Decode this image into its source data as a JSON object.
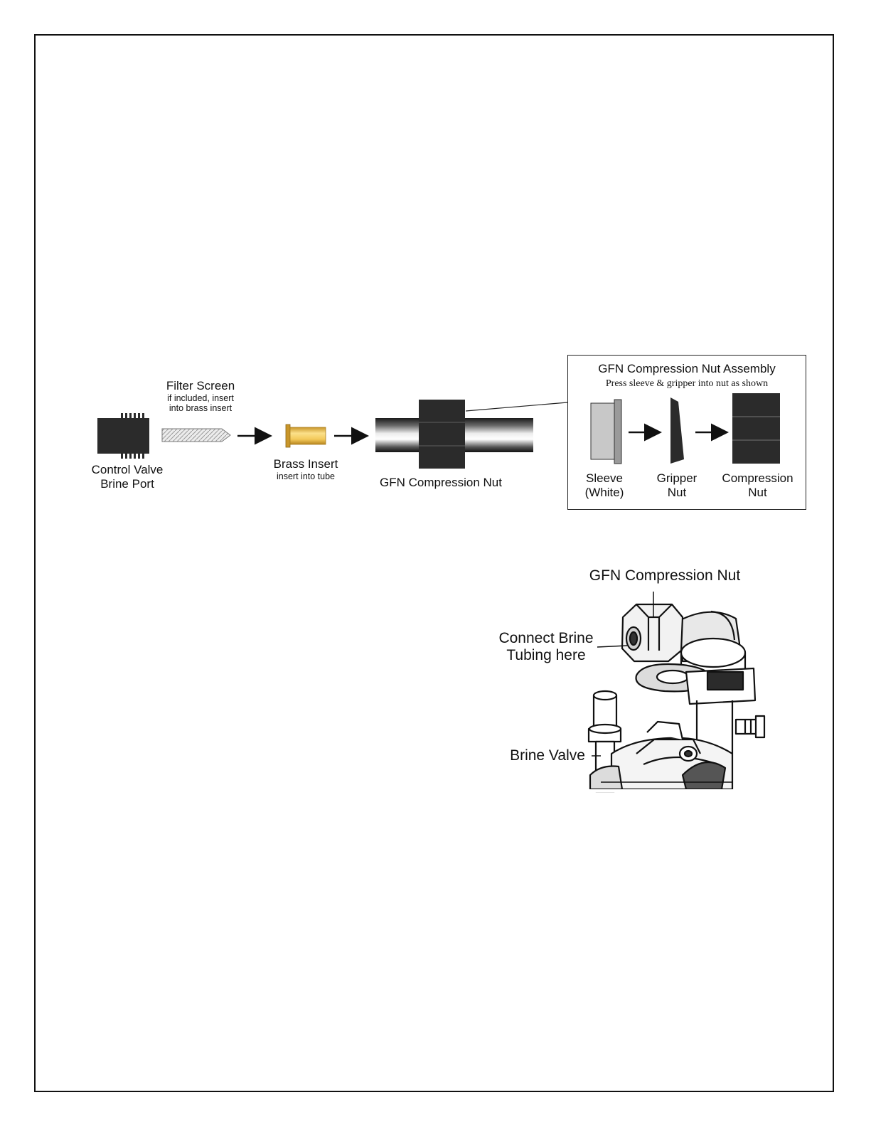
{
  "parts_diagram": {
    "control_valve": {
      "line1": "Control Valve",
      "line2": "Brine Port"
    },
    "filter_screen": {
      "title": "Filter Screen",
      "note1": "if included, insert",
      "note2": "into brass insert"
    },
    "brass_insert": {
      "title": "Brass Insert",
      "note": "insert into tube"
    },
    "compression_nut": {
      "title": "GFN Compression Nut"
    }
  },
  "assembly_inset": {
    "title": "GFN Compression Nut Assembly",
    "subtitle": "Press sleeve & gripper into nut as shown",
    "sleeve": {
      "line1": "Sleeve",
      "line2": "(White)"
    },
    "gripper": {
      "line1": "Gripper",
      "line2": "Nut"
    },
    "compression": {
      "line1": "Compression",
      "line2": "Nut"
    }
  },
  "valve_illustration": {
    "nut_label": "GFN Compression Nut",
    "tubing_label_line1": "Connect Brine",
    "tubing_label_line2": "Tubing here",
    "valve_label": "Brine Valve"
  },
  "colors": {
    "part_dark": "#2b2b2b",
    "brass": "#f0c85a",
    "sleeve": "#c8c8c8",
    "line": "#111111"
  }
}
